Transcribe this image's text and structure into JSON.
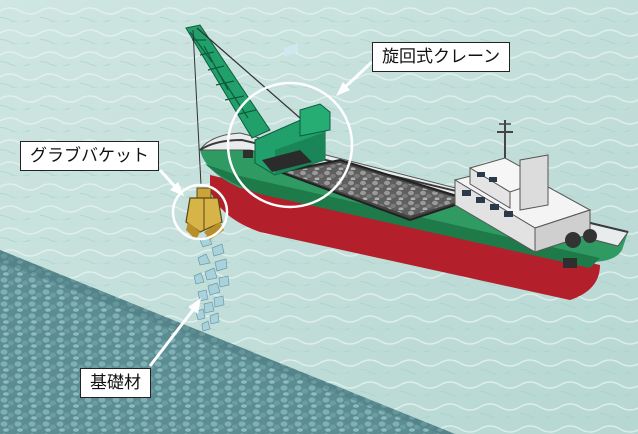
{
  "labels": {
    "crane": "旋回式クレーン",
    "grab_bucket": "グラブバケット",
    "foundation": "基礎材"
  }
}
